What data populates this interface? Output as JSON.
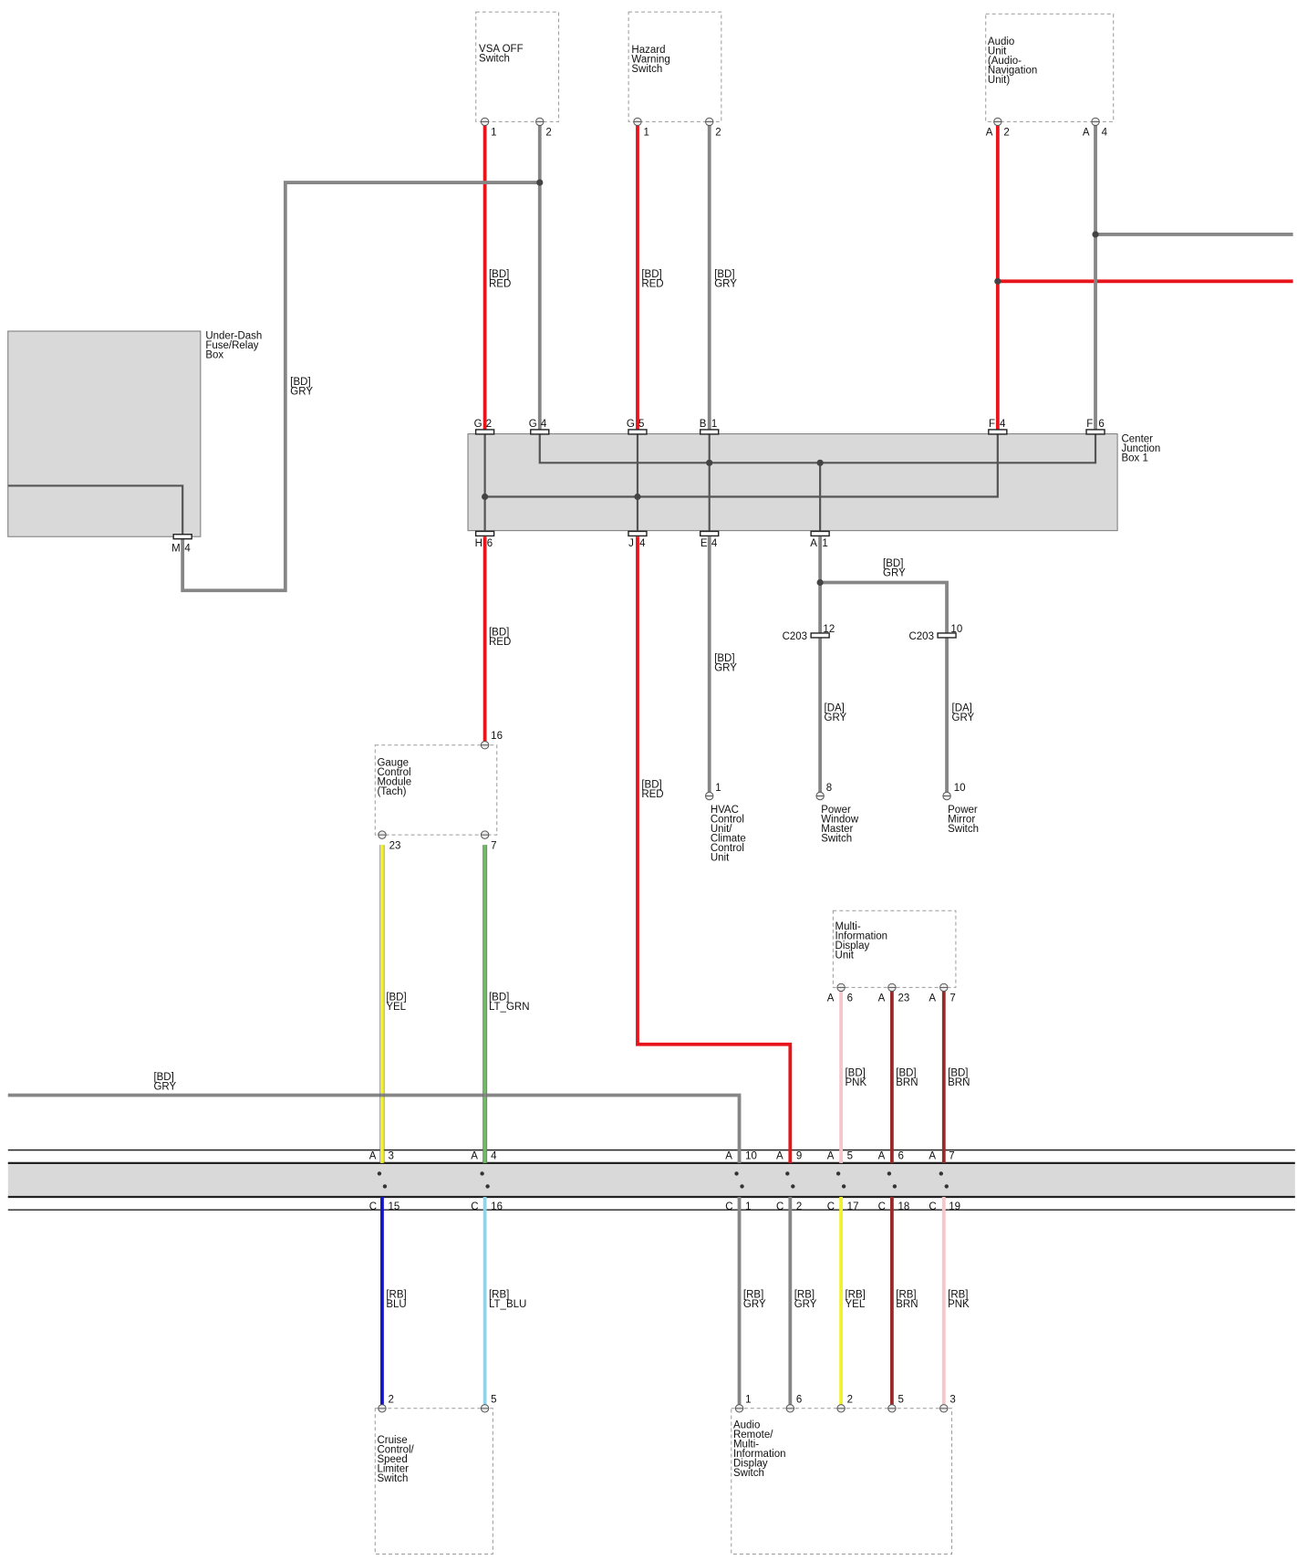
{
  "components": {
    "vsa_off_switch": [
      "VSA OFF",
      "Switch"
    ],
    "hazard_warning_switch": [
      "Hazard",
      "Warning",
      "Switch"
    ],
    "audio_unit": [
      "Audio",
      "Unit",
      "(Audio-",
      "Navigation",
      "Unit)"
    ],
    "under_dash_fuse_box": [
      "Under-Dash",
      "Fuse/Relay",
      "Box"
    ],
    "center_junction_box": [
      "Center",
      "Junction",
      "Box 1"
    ],
    "gauge_control_module": [
      "Gauge",
      "Control",
      "Module",
      "(Tach)"
    ],
    "hvac_control_unit": [
      "HVAC",
      "Control",
      "Unit/",
      "Climate",
      "Control",
      "Unit"
    ],
    "power_window_master_switch": [
      "Power",
      "Window",
      "Master",
      "Switch"
    ],
    "power_mirror_switch": [
      "Power",
      "Mirror",
      "Switch"
    ],
    "multi_info_display_unit": [
      "Multi-",
      "Information",
      "Display",
      "Unit"
    ],
    "cruise_control_switch": [
      "Cruise",
      "Control/",
      "Speed",
      "Limiter",
      "Switch"
    ],
    "audio_remote_switch": [
      "Audio",
      "Remote/",
      "Multi-",
      "Information",
      "Display",
      "Switch"
    ]
  },
  "wire_labels": [
    [
      "[BD]",
      "RED"
    ],
    [
      "[BD]",
      "RED"
    ],
    [
      "[BD]",
      "GRY"
    ],
    [
      "[BD]",
      "GRY"
    ],
    [
      "[BD]",
      "RED"
    ],
    [
      "[BD]",
      "GRY"
    ],
    [
      "[BD]",
      "RED"
    ],
    [
      "[BD]",
      "GRY"
    ],
    [
      "[DA]",
      "GRY"
    ],
    [
      "[DA]",
      "GRY"
    ],
    [
      "[BD]",
      "YEL"
    ],
    [
      "[BD]",
      "LT_GRN"
    ],
    [
      "[BD]",
      "GRY"
    ],
    [
      "[BD]",
      "PNK"
    ],
    [
      "[BD]",
      "BRN"
    ],
    [
      "[BD]",
      "BRN"
    ],
    [
      "[RB]",
      "BLU"
    ],
    [
      "[RB]",
      "LT_BLU"
    ],
    [
      "[RB]",
      "GRY"
    ],
    [
      "[RB]",
      "GRY"
    ],
    [
      "[RB]",
      "YEL"
    ],
    [
      "[RB]",
      "BRN"
    ],
    [
      "[RB]",
      "PNK"
    ]
  ],
  "pin_labels": [
    "1",
    "2",
    "1",
    "2",
    "A",
    "2",
    "A",
    "4",
    "G",
    "2",
    "G",
    "4",
    "G",
    "5",
    "B",
    "1",
    "F",
    "4",
    "F",
    "6",
    "M",
    "4",
    "H",
    "6",
    "J",
    "4",
    "E",
    "4",
    "A",
    "1",
    "C203",
    "12",
    "C203",
    "10",
    "16",
    "23",
    "7",
    "1",
    "8",
    "10",
    "A",
    "6",
    "A",
    "23",
    "A",
    "7",
    "A",
    "3",
    "A",
    "4",
    "A",
    "10",
    "A",
    "9",
    "A",
    "5",
    "A",
    "6",
    "A",
    "7",
    "C",
    "15",
    "C",
    "16",
    "C",
    "1",
    "C",
    "2",
    "C",
    "17",
    "C",
    "18",
    "C",
    "19",
    "2",
    "5",
    "1",
    "6",
    "2",
    "5",
    "3"
  ],
  "colors": {
    "RED": "#e8141b",
    "GRY": "#868686",
    "YEL": "#f2f22a",
    "LT_GRN": "#74b86a",
    "BLU": "#1414c8",
    "LT_BLU": "#92d3ea",
    "PNK": "#f6c6cb",
    "BRN": "#9a2a2a",
    "junction_fill": "#d9d9d9"
  }
}
